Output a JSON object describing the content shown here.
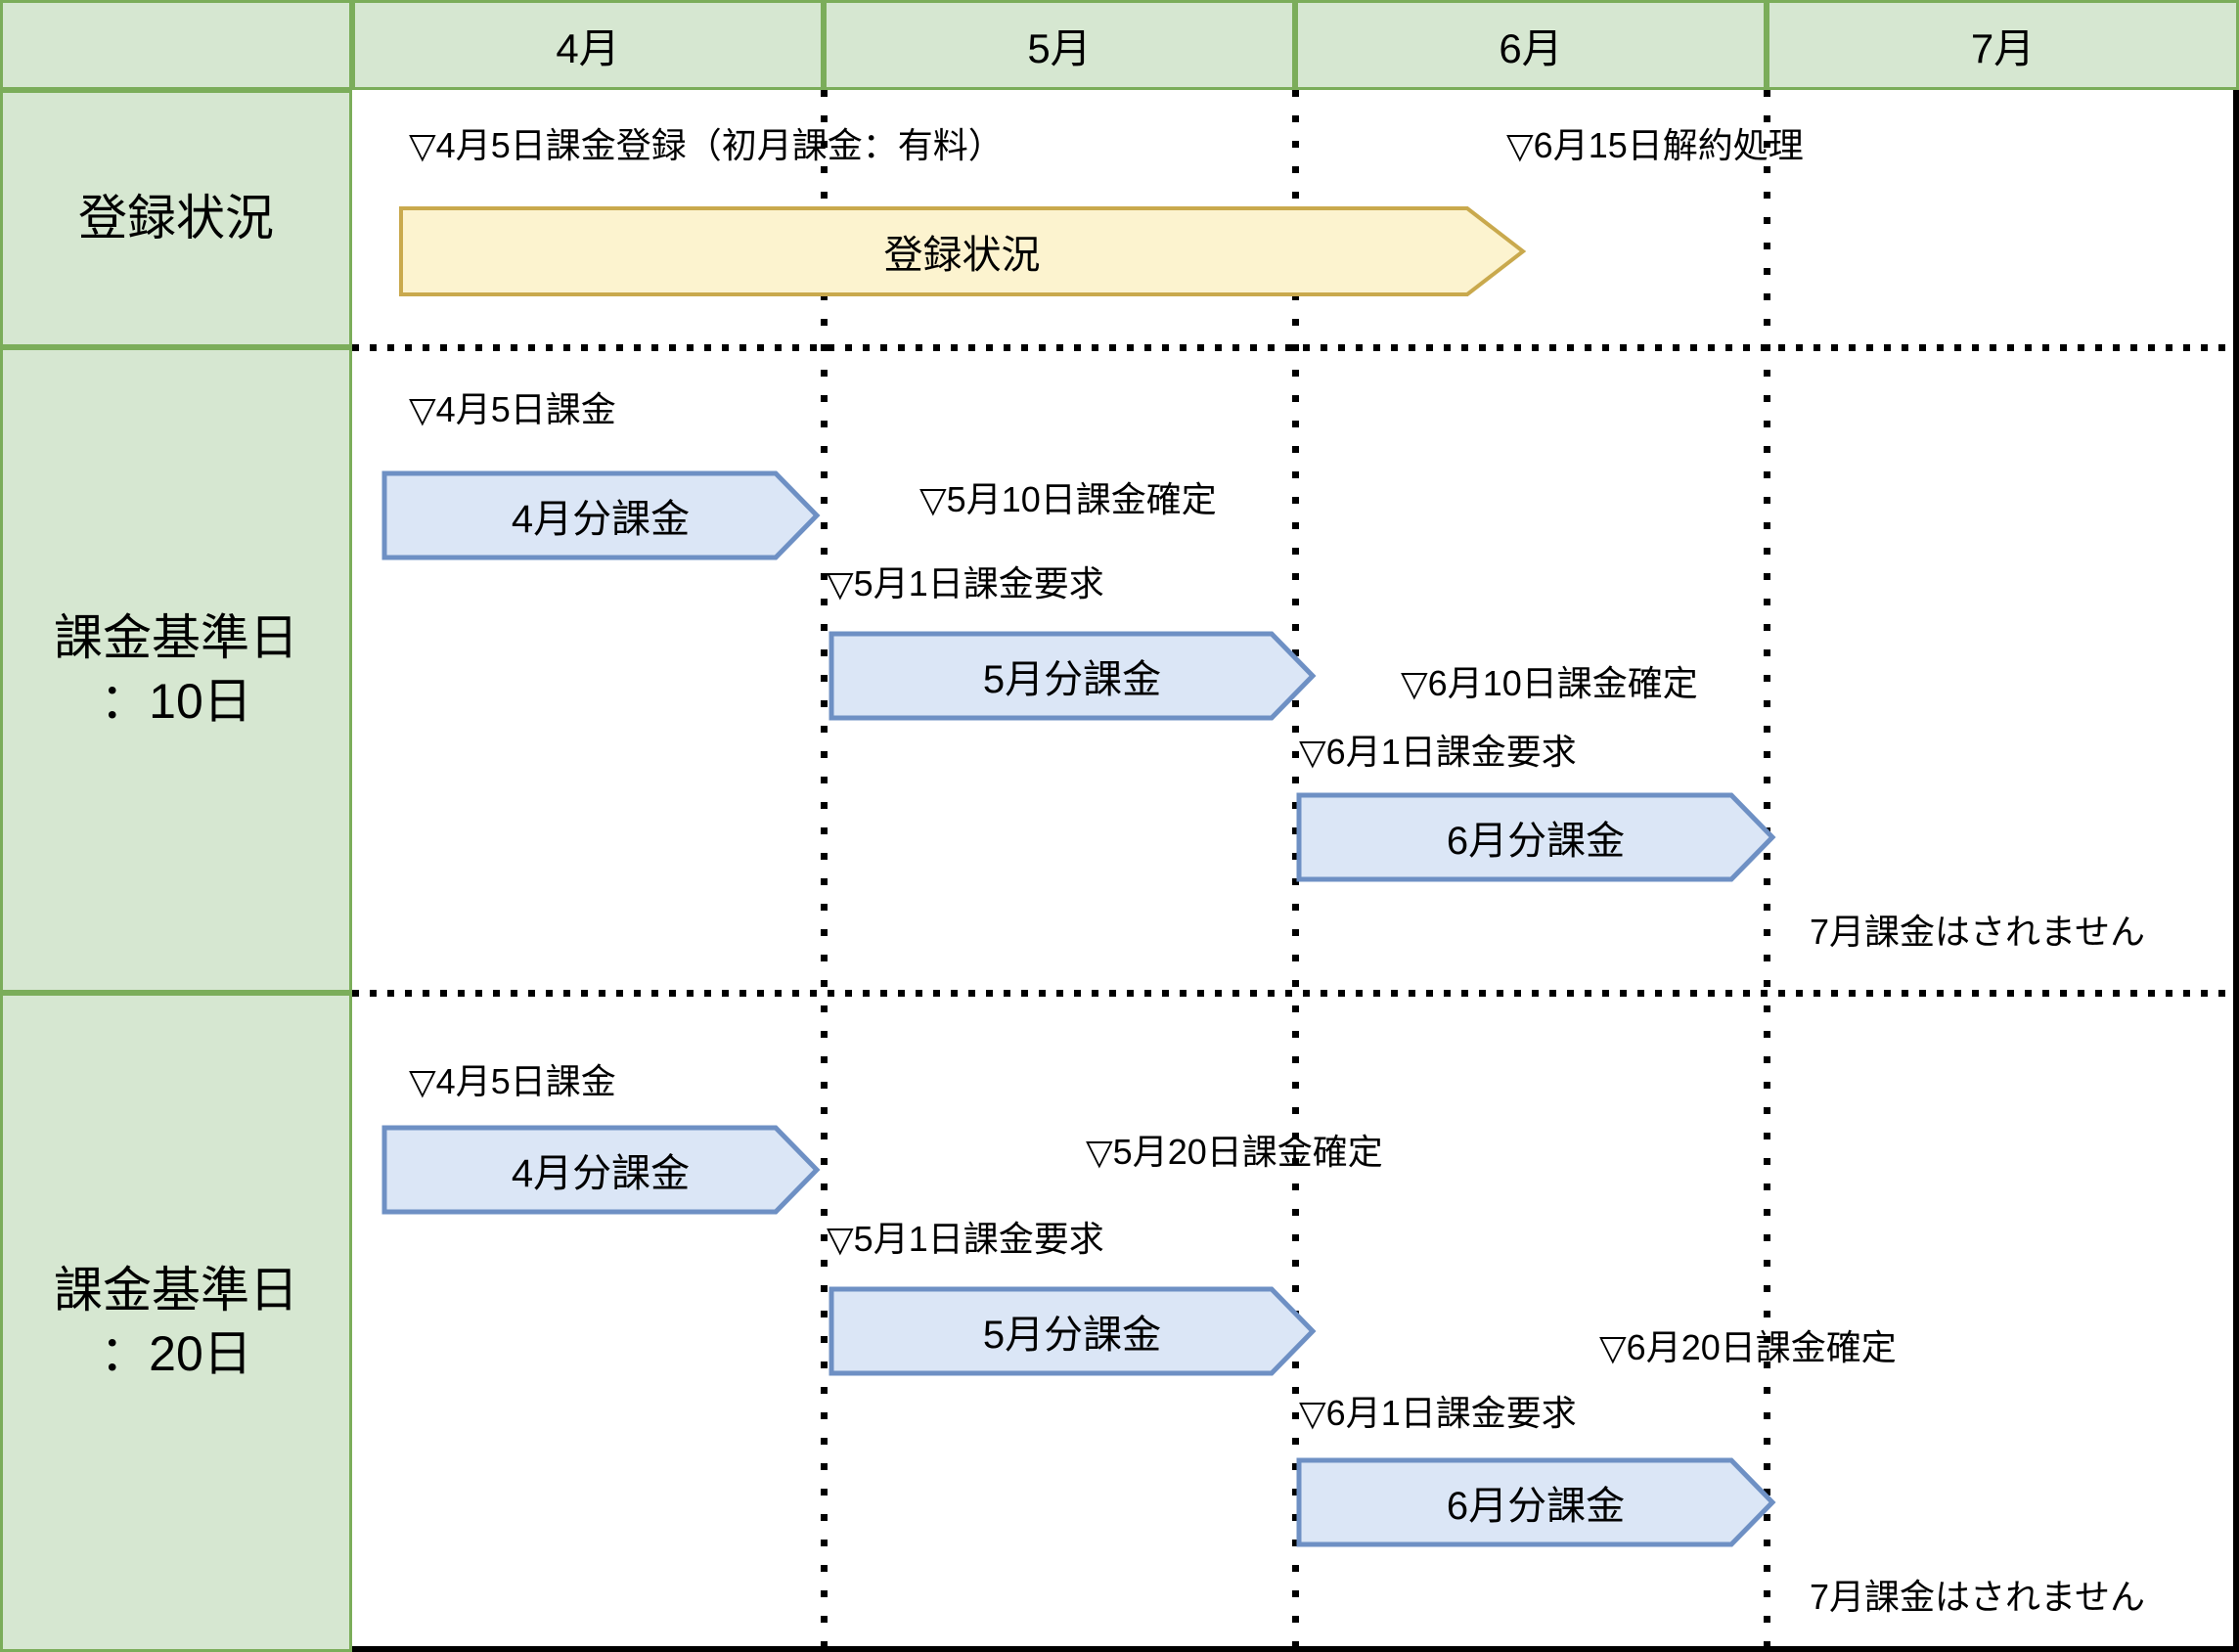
{
  "header": {
    "corner": "",
    "months": [
      "4月",
      "5月",
      "6月",
      "7月"
    ]
  },
  "rows": [
    {
      "label": "登録状況",
      "annotations": {
        "register": "▽4月5日課金登録（初月課金：有料）",
        "cancel": "▽6月15日解約処理"
      },
      "bar": "登録状況"
    },
    {
      "label_line1": "課金基準日",
      "label_line2": "：10日",
      "annotations": {
        "apr5": "▽4月5日課金",
        "may_confirm": "▽5月10日課金確定",
        "may_request": "▽5月1日課金要求",
        "jun_confirm": "▽6月10日課金確定",
        "jun_request": "▽6月1日課金要求",
        "jul_none": "7月課金はされません"
      },
      "bars": {
        "apr": "4月分課金",
        "may": "5月分課金",
        "jun": "6月分課金"
      }
    },
    {
      "label_line1": "課金基準日",
      "label_line2": "：20日",
      "annotations": {
        "apr5": "▽4月5日課金",
        "may_confirm": "▽5月20日課金確定",
        "may_request": "▽5月1日課金要求",
        "jun_confirm": "▽6月20日課金確定",
        "jun_request": "▽6月1日課金要求",
        "jul_none": "7月課金はされません"
      },
      "bars": {
        "apr": "4月分課金",
        "may": "5月分課金",
        "jun": "6月分課金"
      }
    }
  ],
  "colors": {
    "green_fill": "#d6e7d1",
    "green_border": "#7bad5a",
    "yellow_fill": "#fcf3cf",
    "yellow_border": "#c9a94d",
    "blue_fill": "#dbe6f6",
    "blue_border": "#6e90c4",
    "line": "#000000"
  }
}
